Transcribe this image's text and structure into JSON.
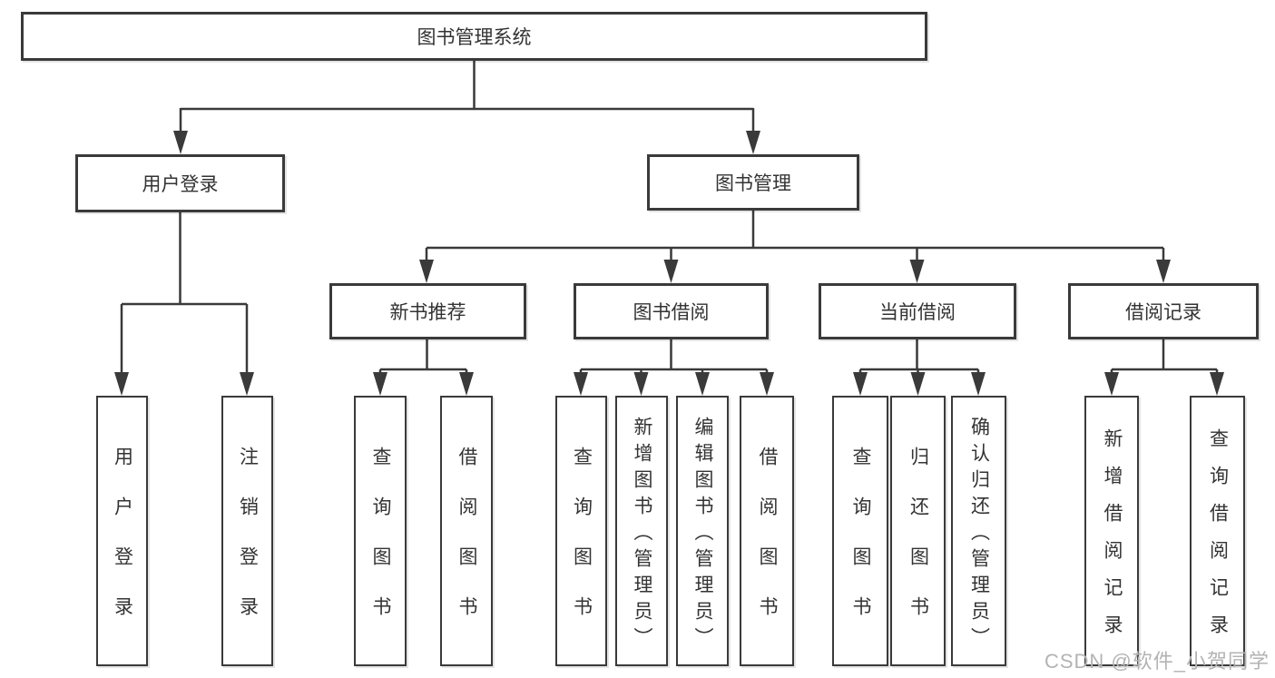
{
  "tree": {
    "root": {
      "label": "图书管理系统"
    },
    "branches": [
      {
        "label": "用户登录",
        "children": [
          {
            "label": "用户登录"
          },
          {
            "label": "注销登录"
          }
        ]
      },
      {
        "label": "图书管理",
        "children": [
          {
            "label": "新书推荐",
            "children": [
              {
                "label": "查询图书"
              },
              {
                "label": "借阅图书"
              }
            ]
          },
          {
            "label": "图书借阅",
            "children": [
              {
                "label": "查询图书"
              },
              {
                "label": "新增图书（管理员）"
              },
              {
                "label": "编辑图书（管理员）"
              },
              {
                "label": "借阅图书"
              }
            ]
          },
          {
            "label": "当前借阅",
            "children": [
              {
                "label": "查询图书"
              },
              {
                "label": "归还图书"
              },
              {
                "label": "确认归还（管理员）"
              }
            ]
          },
          {
            "label": "借阅记录",
            "children": [
              {
                "label": "新增借阅记录"
              },
              {
                "label": "查询借阅记录"
              }
            ]
          }
        ]
      }
    ]
  },
  "watermark": {
    "text": "CSDN @软件_小贺同学"
  },
  "colors": {
    "line": "#3a3a3a",
    "box_border": "#3a3a3a",
    "box_fill": "#ffffff",
    "text": "#333333",
    "watermark": "#b3b3b3"
  }
}
